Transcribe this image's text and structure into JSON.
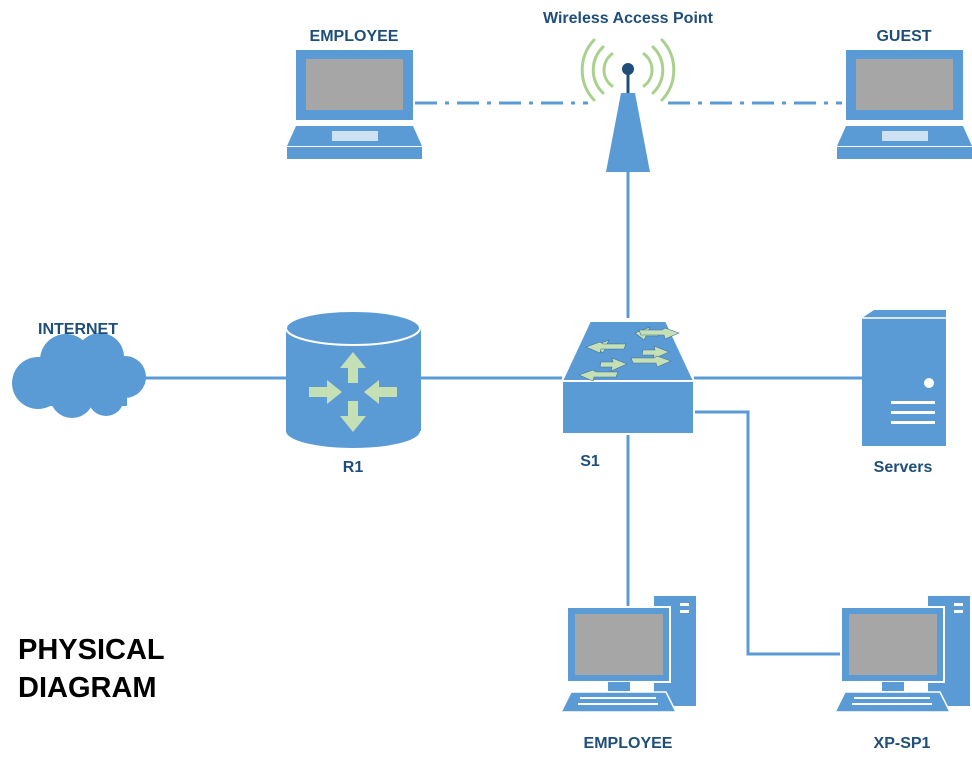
{
  "diagram": {
    "title_line1": "PHYSICAL",
    "title_line2": "DIAGRAM",
    "nodes": {
      "internet": {
        "label": "INTERNET",
        "icon": "cloud-icon"
      },
      "router": {
        "label": "R1",
        "icon": "router-icon"
      },
      "switch": {
        "label": "S1",
        "icon": "switch-icon"
      },
      "servers": {
        "label": "Servers",
        "icon": "server-icon"
      },
      "wap": {
        "label": "Wireless Access Point",
        "icon": "antenna-icon"
      },
      "laptop_employee": {
        "label": "EMPLOYEE",
        "icon": "laptop-icon"
      },
      "laptop_guest": {
        "label": "GUEST",
        "icon": "laptop-icon"
      },
      "desktop_employee": {
        "label": "EMPLOYEE",
        "icon": "desktop-icon"
      },
      "desktop_xp": {
        "label": "XP-SP1",
        "icon": "desktop-icon"
      }
    },
    "colors": {
      "device": "#5b9bd5",
      "device_dark": "#41719c",
      "label": "#1f4e79",
      "screen": "#a6a6a6",
      "arrows": "#c5e0b4",
      "wifi_waves": "#a9d18e"
    }
  }
}
